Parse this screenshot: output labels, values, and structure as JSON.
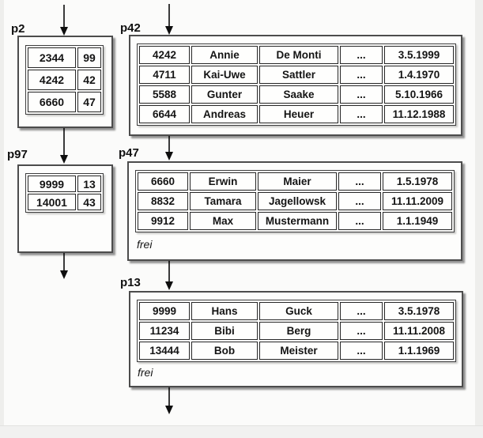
{
  "diagram": {
    "pages": [
      {
        "label": "p2",
        "rows": [
          [
            "2344",
            "99"
          ],
          [
            "4242",
            "42"
          ],
          [
            "6660",
            "47"
          ]
        ]
      },
      {
        "label": "p42",
        "rows": [
          [
            "4242",
            "Annie",
            "De Monti",
            "...",
            "3.5.1999"
          ],
          [
            "4711",
            "Kai-Uwe",
            "Sattler",
            "...",
            "1.4.1970"
          ],
          [
            "5588",
            "Gunter",
            "Saake",
            "...",
            "5.10.1966"
          ],
          [
            "6644",
            "Andreas",
            "Heuer",
            "...",
            "11.12.1988"
          ]
        ]
      },
      {
        "label": "p97",
        "rows": [
          [
            "9999",
            "13"
          ],
          [
            "14001",
            "43"
          ]
        ]
      },
      {
        "label": "p47",
        "rows": [
          [
            "6660",
            "Erwin",
            "Maier",
            "...",
            "1.5.1978"
          ],
          [
            "8832",
            "Tamara",
            "Jagellowsk",
            "...",
            "11.11.2009"
          ],
          [
            "9912",
            "Max",
            "Mustermann",
            "...",
            "1.1.1949"
          ]
        ],
        "free_label": "frei"
      },
      {
        "label": "p13",
        "rows": [
          [
            "9999",
            "Hans",
            "Guck",
            "...",
            "3.5.1978"
          ],
          [
            "11234",
            "Bibi",
            "Berg",
            "...",
            "11.11.2008"
          ],
          [
            "13444",
            "Bob",
            "Meister",
            "...",
            "1.1.1969"
          ]
        ],
        "free_label": "frei"
      }
    ],
    "arrows": [
      {
        "from": "external-top",
        "to": "p2"
      },
      {
        "from": "external-top",
        "to": "p42"
      },
      {
        "from": "p2",
        "to": "p97"
      },
      {
        "from": "p97",
        "to": "external-bottom"
      },
      {
        "from": "p42",
        "to": "p47"
      },
      {
        "from": "p47",
        "to": "p13"
      },
      {
        "from": "p13",
        "to": "external-bottom"
      }
    ],
    "colors": {
      "line": "#3a3a3a",
      "box_border": "#4c4c4c",
      "cell_border": "#262626",
      "background": "#fbfbfa",
      "margin": "#eeeeec"
    }
  }
}
